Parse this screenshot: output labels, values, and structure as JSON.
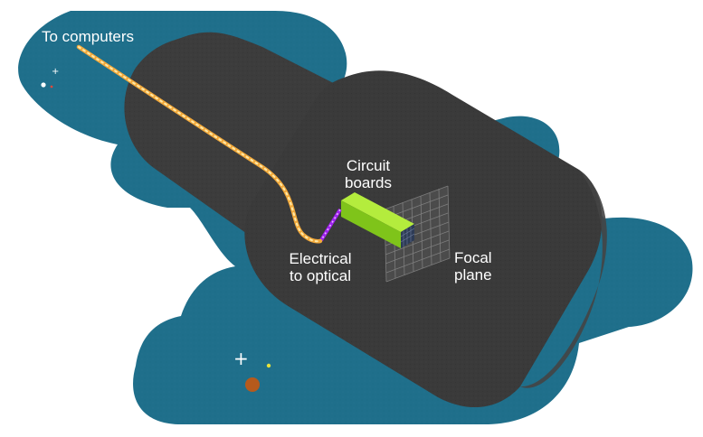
{
  "labels": {
    "to_computers": "To computers",
    "circuit_boards": [
      "Circuit",
      "boards"
    ],
    "electrical_to_optical": [
      "Electrical",
      "to optical"
    ],
    "focal_plane": [
      "Focal",
      "plane"
    ]
  },
  "colors": {
    "space": "#1f6f8b",
    "camera_body": "#3c3c3c",
    "fiber_cable": "#f2a93b",
    "fiber_dots": "#ffe9a8",
    "circuit_board": "#8ed61f",
    "converter": "#a020f0",
    "focal_grid": "#8a8a8a",
    "label_text": "#ffffff"
  }
}
